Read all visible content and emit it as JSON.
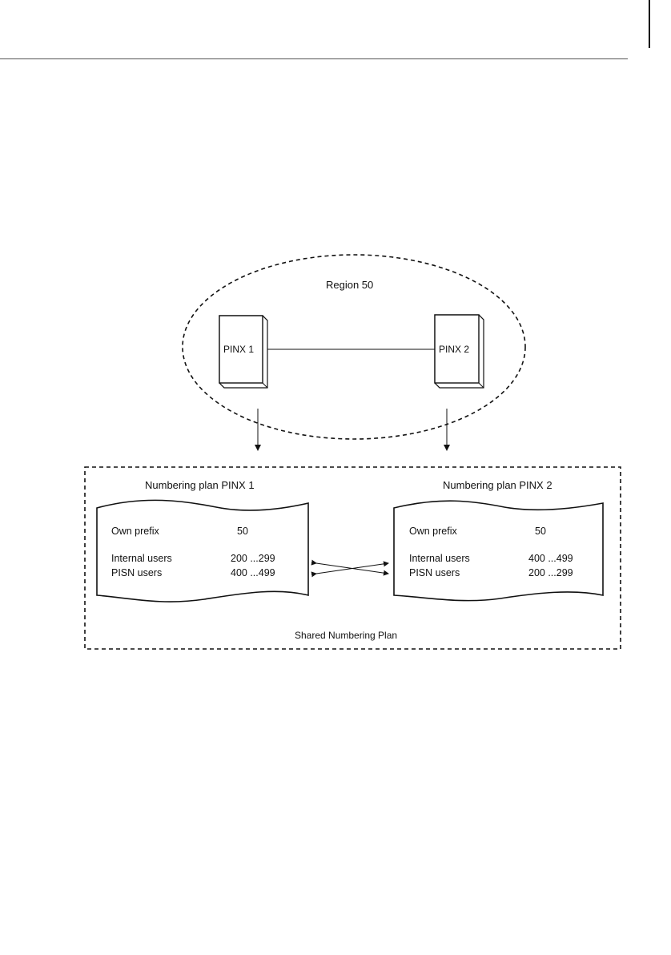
{
  "region": {
    "label": "Region 50"
  },
  "pinx1": {
    "label": "PINX 1"
  },
  "pinx2": {
    "label": "PINX 2"
  },
  "shared_plan": {
    "label": "Shared Numbering Plan"
  },
  "plans": [
    {
      "title": "Numbering plan PINX 1",
      "own_prefix_label": "Own prefix",
      "own_prefix_value": "50",
      "internal_users_label": "Internal users",
      "internal_users_value": "200 ...299",
      "pisn_users_label": "PISN users",
      "pisn_users_value": "400 ...499"
    },
    {
      "title": "Numbering plan PINX 2",
      "own_prefix_label": "Own prefix",
      "own_prefix_value": "50",
      "internal_users_label": "Internal users",
      "internal_users_value": "400 ...499",
      "pisn_users_label": "PISN users",
      "pisn_users_value": "200 ...299"
    }
  ]
}
